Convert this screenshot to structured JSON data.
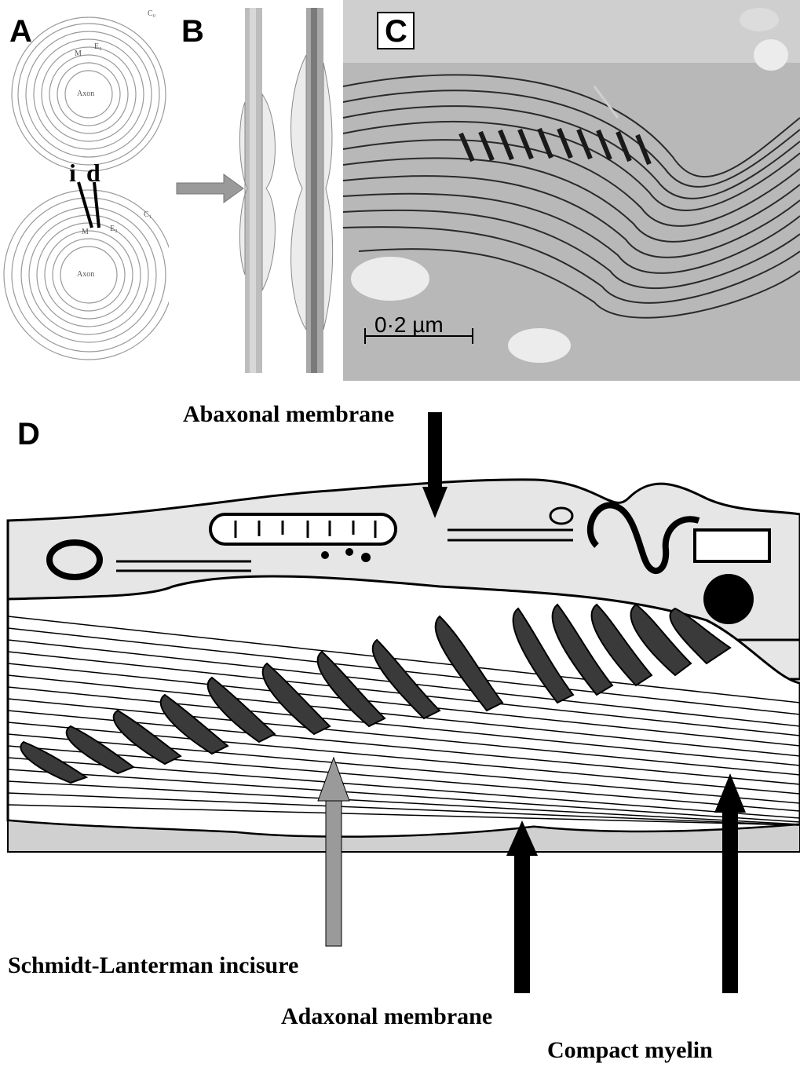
{
  "panels": {
    "a": {
      "letter": "A",
      "top_labels": {
        "layer_m": "M",
        "layer_e": "E₂",
        "outer": "C₀",
        "axon": "Axon"
      },
      "bottom_labels": {
        "pointer_i": "i",
        "pointer_d": "d",
        "layer_m": "M",
        "layer_e": "E₂",
        "outer": "C₁",
        "axon": "Axon"
      }
    },
    "b": {
      "letter": "B"
    },
    "c": {
      "letter": "C",
      "scale_bar": "0·2 µm"
    },
    "d": {
      "letter": "D",
      "labels": {
        "abaxonal": "Abaxonal membrane",
        "incisure": "Schmidt-Lanterman incisure",
        "adaxonal": "Adaxonal membrane",
        "compact": "Compact myelin"
      }
    }
  },
  "colors": {
    "ink": "#000000",
    "grey_arrow": "#9a9a9a",
    "photo_bg": "#b8b8b8",
    "cytoplasm": "#e6e6e6"
  }
}
